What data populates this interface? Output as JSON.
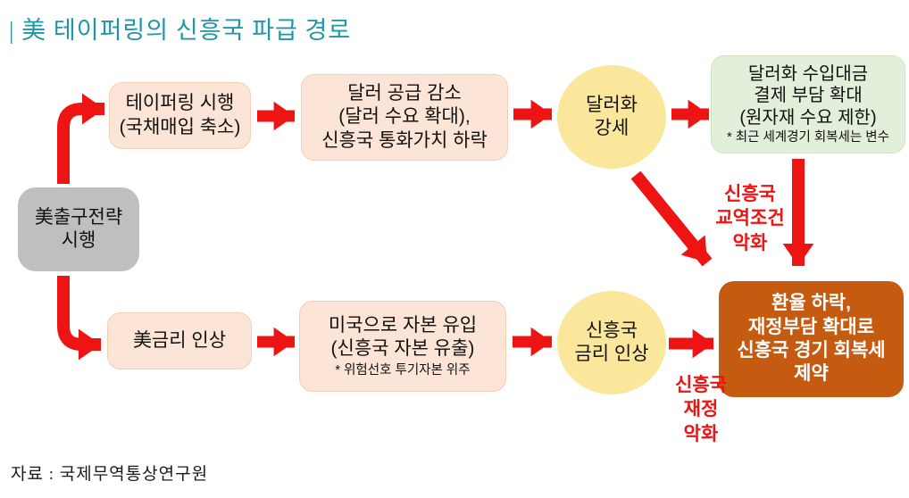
{
  "title": "| 美 테이퍼링의 신흥국 파급 경로",
  "source": "자료 : 국제무역통상연구원",
  "colors": {
    "title_teal": "#2196a6",
    "arrow_red": "#ee1414",
    "box_peach": "#fce4d6",
    "box_green": "#e2efda",
    "box_gray": "#bfbfbf",
    "circle_yellow": "#fbe79b",
    "box_brown": "#c55a11"
  },
  "nodes": {
    "start": {
      "text": "美출구전략\n시행"
    },
    "tapering": {
      "text": "테이퍼링 시행\n(국채매입 축소)"
    },
    "dollar_supply": {
      "text": "달러 공급 감소\n(달러 수요 확대),\n신흥국 통화가치 하락"
    },
    "dollar_strength": {
      "text": "달러화\n강세"
    },
    "import_burden": {
      "text": "달러화 수입대금\n결제 부담 확대\n(원자재 수요 제한)",
      "note": "* 최근 세계경기 회복세는 변수"
    },
    "us_rate_hike": {
      "text": "美금리 인상"
    },
    "capital_inflow": {
      "text": "미국으로 자본 유입\n(신흥국 자본 유출)",
      "note": "* 위험선호 투기자본 위주"
    },
    "em_rate_hike": {
      "text": "신흥국\n금리 인상"
    },
    "growth_constraint": {
      "text": "환율 하락,\n재정부담 확대로\n신흥국 경기 회복세\n제약"
    }
  },
  "labels": {
    "trade_terms": "신흥국\n교역조건\n악화",
    "fiscal": "신흥국\n재정\n악화"
  }
}
